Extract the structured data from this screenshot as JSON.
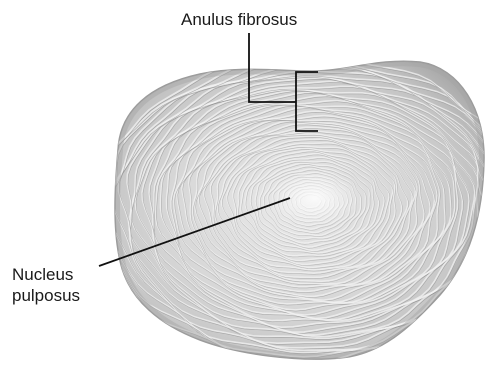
{
  "labels": {
    "anulus_fibrosus": "Anulus fibrosus",
    "nucleus_line1": "Nucleus",
    "nucleus_line2": "pulposus"
  },
  "colors": {
    "disc_fill": "#c7c7c7",
    "disc_edge": "#9a9a9a",
    "fiber_light": "#f2f2f2",
    "fiber_dark": "#8e8e8e",
    "leader_line": "#111111",
    "text": "#1a1a1a"
  }
}
